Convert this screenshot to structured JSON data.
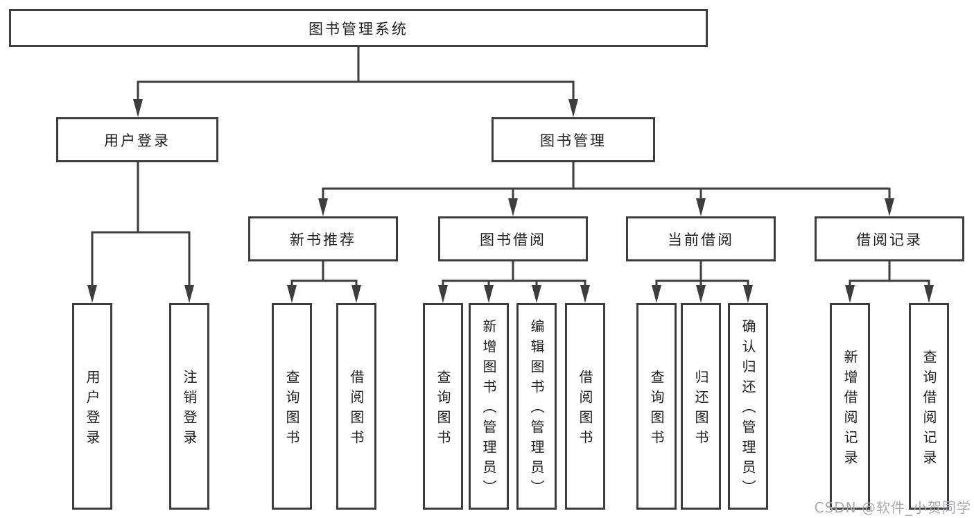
{
  "colors": {
    "line": "#3d3d3d",
    "text": "#1f1f1f",
    "background": "#ffffff",
    "watermark": "#a9a9b0"
  },
  "diagram": {
    "root": {
      "label": "图书管理系统"
    },
    "branches": [
      {
        "label": "用户登录",
        "children": [
          {
            "label": "用户登录"
          },
          {
            "label": "注销登录"
          }
        ]
      },
      {
        "label": "图书管理",
        "children": [
          {
            "label": "新书推荐",
            "children": [
              {
                "label": "查询图书"
              },
              {
                "label": "借阅图书"
              }
            ]
          },
          {
            "label": "图书借阅",
            "children": [
              {
                "label": "查询图书"
              },
              {
                "label": "新增图书（管理员）"
              },
              {
                "label": "编辑图书（管理员）"
              },
              {
                "label": "借阅图书"
              }
            ]
          },
          {
            "label": "当前借阅",
            "children": [
              {
                "label": "查询图书"
              },
              {
                "label": "归还图书"
              },
              {
                "label": "确认归还（管理员）"
              }
            ]
          },
          {
            "label": "借阅记录",
            "children": [
              {
                "label": "新增借阅记录"
              },
              {
                "label": "查询借阅记录"
              }
            ]
          }
        ]
      }
    ],
    "watermark": "CSDN @软件_小贺同学"
  }
}
